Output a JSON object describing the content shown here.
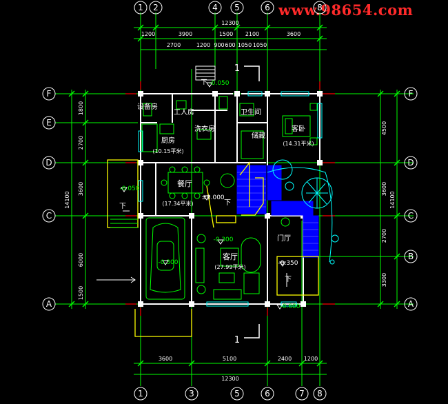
{
  "watermark": "www.98654.com",
  "colors": {
    "background": "#000000",
    "grid": "#00ff00",
    "wall": "#ffffff",
    "dimension_text": "#ffffff",
    "bubble": "#ffffff",
    "stair": "#0000ff",
    "furniture": "#00ff00",
    "window": "#00ffff",
    "yellow": "#ffff00",
    "plant": "#00ffff",
    "red_ext": "#ff0000",
    "watermark": "#ff2a2a"
  },
  "axes": {
    "top_numbers": [
      "1",
      "2",
      "4",
      "5",
      "6",
      "8"
    ],
    "bottom_numbers": [
      "1",
      "3",
      "5",
      "6",
      "7",
      "8"
    ],
    "left_letters": [
      "F",
      "E",
      "D",
      "C",
      "A"
    ],
    "right_letters": [
      "F",
      "D",
      "C",
      "B",
      "A"
    ]
  },
  "dimensions": {
    "top_total": "12300",
    "top_row1": [
      "1200",
      "3900",
      "1500",
      "2100",
      "3600"
    ],
    "top_row2": [
      "2700",
      "1200",
      "900",
      "600",
      "1050",
      "1050"
    ],
    "bottom_total": "12300",
    "bottom_row": [
      "3600",
      "5100",
      "2400",
      "1200"
    ],
    "left_total": "14100",
    "left_segments": [
      "1800",
      "2700",
      "3600",
      "6000",
      "1500"
    ],
    "right_total": "14100",
    "right_segments": [
      "4500",
      "3600",
      "2700",
      "3300"
    ]
  },
  "rooms": {
    "equipment": "设备房",
    "servant": "工人房",
    "laundry": "洗衣房",
    "bathroom": "卫生间",
    "storage": "储藏",
    "guest_bedroom": "客卧",
    "guest_bedroom_area": "(14.31平米)",
    "kitchen": "厨房",
    "kitchen_area": "(10.15平米)",
    "dining": "餐厅",
    "dining_area": "(17.34平米)",
    "living": "客厅",
    "living_area": "(27.99平米)",
    "foyer": "门厅"
  },
  "levels": {
    "top": "-0.050",
    "dining": "±0.000",
    "left_terrace": "-0.050",
    "living": "-0.300",
    "garage": "-0.300",
    "foyer": "-0.350",
    "entry": "-0.600"
  },
  "markers": {
    "down_label": "下",
    "section_label": "1"
  }
}
